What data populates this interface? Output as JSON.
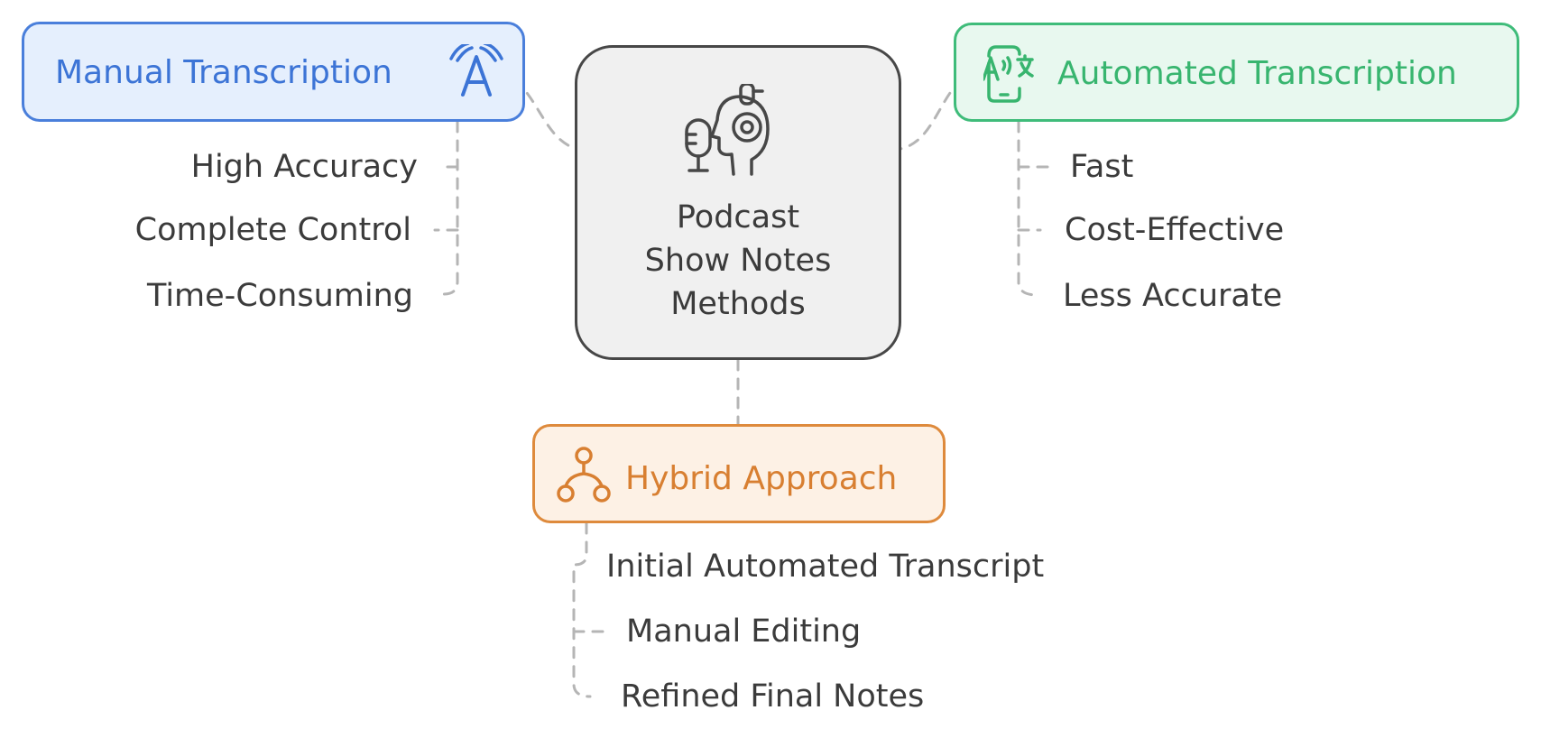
{
  "center": {
    "title_lines": [
      "Podcast",
      "Show Notes",
      "Methods"
    ],
    "icon": "podcast-microphone-headset-icon"
  },
  "manual": {
    "title": "Manual Transcription",
    "icon": "translate-text-icon",
    "color": "#3c74d6",
    "items": [
      "High Accuracy",
      "Complete Control",
      "Time-Consuming"
    ]
  },
  "automated": {
    "title": "Automated Transcription",
    "icon": "phone-translate-icon",
    "color": "#38b56f",
    "items": [
      "Fast",
      "Cost-Effective",
      "Less Accurate"
    ]
  },
  "hybrid": {
    "title": "Hybrid Approach",
    "icon": "branch-nodes-icon",
    "color": "#d87f31",
    "items": [
      "Initial Automated Transcript",
      "Manual Editing",
      "Refined Final Notes"
    ]
  }
}
